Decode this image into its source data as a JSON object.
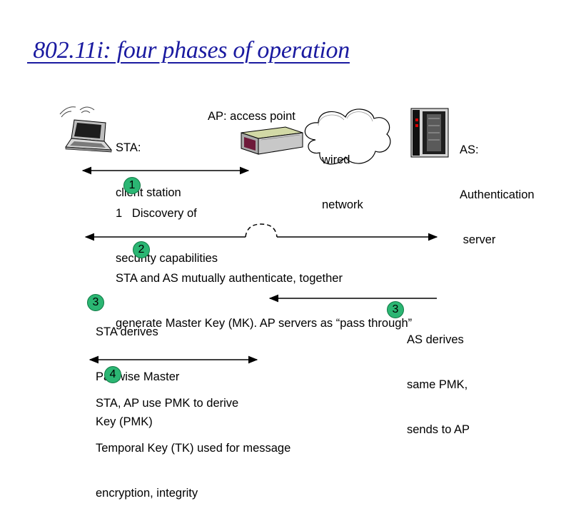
{
  "title": " 802.11i: four phases of operation",
  "nodes": {
    "sta": [
      "STA:",
      "client station"
    ],
    "ap": "AP: access point",
    "cloud": [
      "wired",
      "network"
    ],
    "as": [
      "AS:",
      "Authentication",
      " server"
    ]
  },
  "phases": {
    "p1": {
      "badge": "1",
      "lines": [
        "1   Discovery of",
        "security capabilities"
      ]
    },
    "p2": {
      "badge": "2",
      "lines": [
        "STA and AS mutually authenticate, together",
        "generate Master Key (MK). AP servers as “pass through”"
      ]
    },
    "p3a": {
      "badge": "3",
      "lines": [
        "STA derives",
        "Pairwise Master",
        "Key (PMK)"
      ]
    },
    "p3b": {
      "badge": "3",
      "lines": [
        "AS derives",
        "same PMK,",
        "sends to AP"
      ]
    },
    "p4": {
      "badge": "4",
      "lines": [
        "STA, AP use PMK to derive",
        "Temporal Key (TK) used for message",
        "encryption, integrity"
      ]
    }
  },
  "icons": [
    "laptop-icon",
    "access-point-icon",
    "cloud-icon",
    "server-icon"
  ],
  "colors": {
    "title": "#1a1aa0",
    "badge": "#2bb673"
  }
}
